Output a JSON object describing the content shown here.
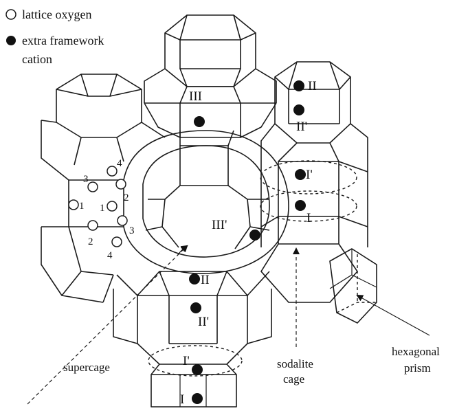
{
  "legend": {
    "lattice_oxygen": "lattice oxygen",
    "extra_framework_line1": "extra framework",
    "extra_framework_line2": "cation"
  },
  "sites": {
    "III_top": "III",
    "II_right": "II",
    "IIp_right": "II'",
    "Ip_right": "I'",
    "I_right": "I",
    "IIIp": "III'",
    "II_bottom": "II",
    "IIp_bottom": "II'",
    "Ip_bottom": "I'",
    "I_bottom": "I"
  },
  "oxygen_numbers": {
    "o1_left": "1",
    "o1_mid": "1",
    "o2_upper": "2",
    "o2_lower": "2",
    "o3_upper": "3",
    "o3_lower": "3",
    "o4_upper": "4",
    "o4_lower": "4"
  },
  "callouts": {
    "supercage": "supercage",
    "sodalite_line1": "sodalite",
    "sodalite_line2": "cage",
    "hexagonal_line1": "hexagonal",
    "hexagonal_line2": "prism"
  }
}
